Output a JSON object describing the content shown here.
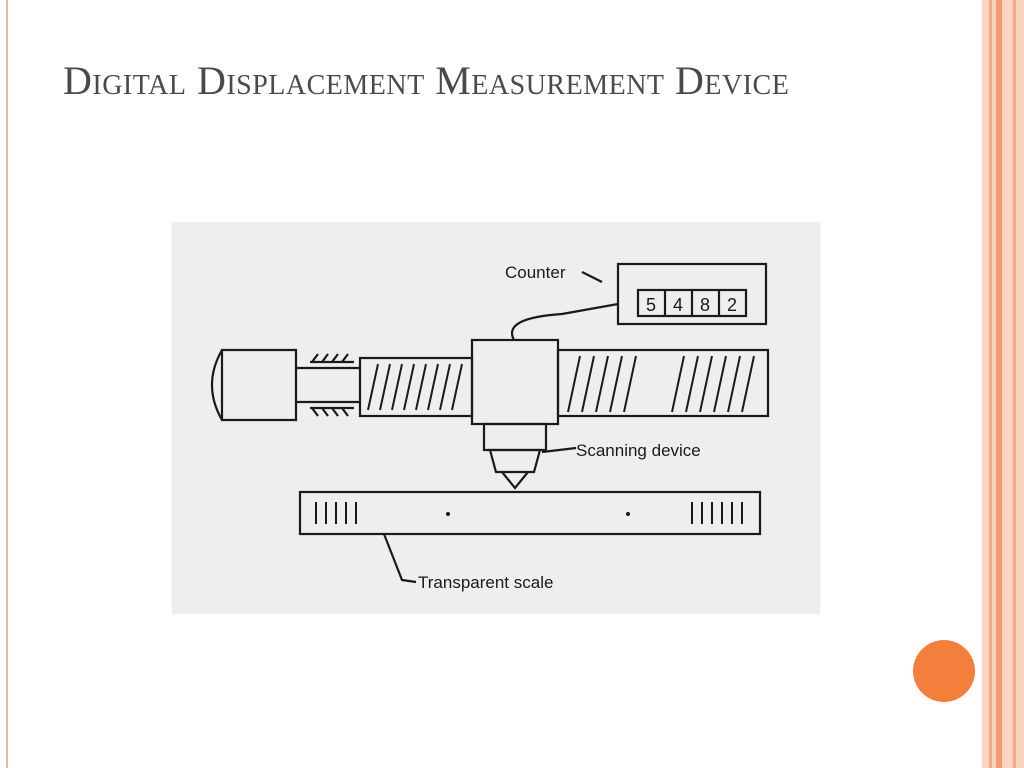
{
  "slide": {
    "title": "Digital Displacement Measurement Device"
  },
  "diagram": {
    "labels": {
      "counter": "Counter",
      "scanning_device": "Scanning device",
      "transparent_scale": "Transparent scale"
    },
    "counter_digits": [
      "5",
      "4",
      "8",
      "2"
    ]
  },
  "colors": {
    "title": "#4a4a4a",
    "accent_orange": "#f47e3c",
    "frame_peach": "#fbd3c1"
  }
}
